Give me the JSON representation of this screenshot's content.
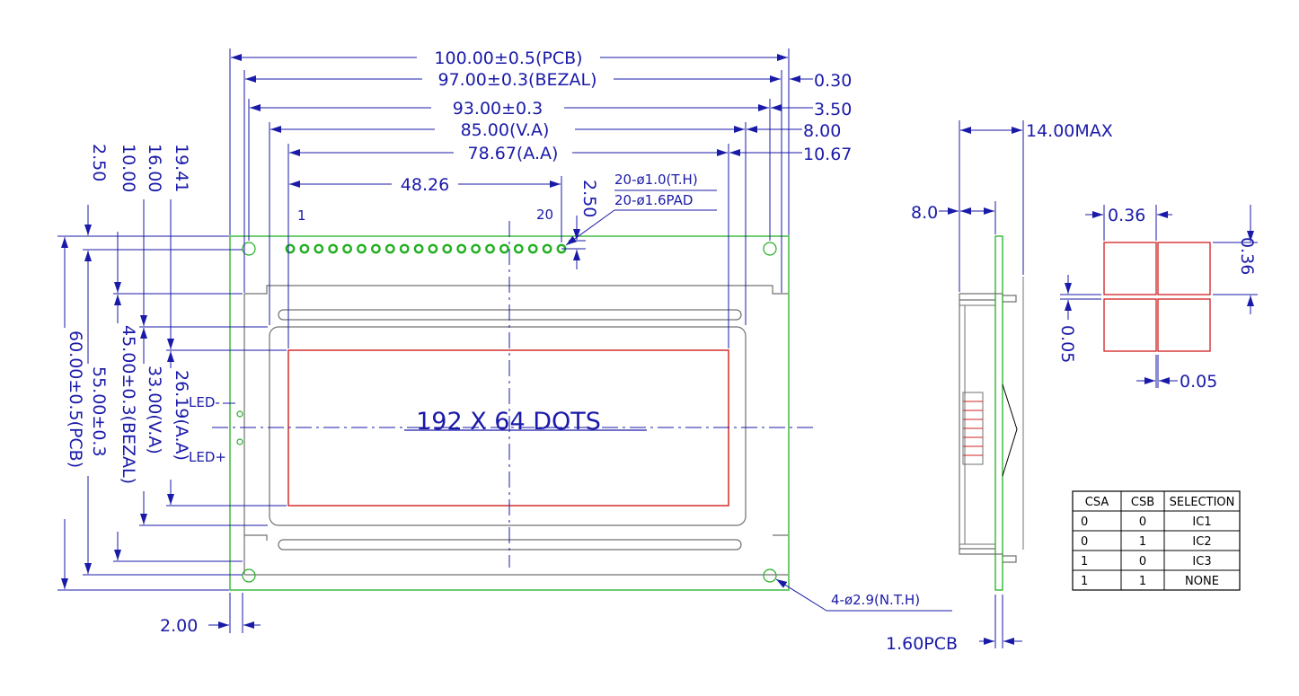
{
  "colors": {
    "dimension": "#1a1aa8",
    "pcb": "#22b022",
    "bezel": "#707070",
    "active_area": "#d02020",
    "table": "#000000"
  },
  "front": {
    "pcb_width": "100.00±0.5(PCB)",
    "bezel_width": "97.00±0.3(BEZAL)",
    "hole_span_width": "93.00±0.3",
    "va_width": "85.00(V.A)",
    "aa_width": "78.67(A.A)",
    "pin_offset": "48.26",
    "pin_row_offset": "2.50",
    "pin_hole": "20-ø1.0(T.H)",
    "pin_pad": "20-ø1.6PAD",
    "pin_first": "1",
    "pin_last": "20",
    "right_030": "0.30",
    "right_350": "3.50",
    "right_800": "8.00",
    "right_1067": "10.67",
    "top_250": "2.50",
    "top_1000": "10.00",
    "top_1600": "16.00",
    "top_1941": "19.41",
    "pcb_height": "60.00±0.5(PCB)",
    "hole_span_height": "55.00±0.3",
    "bezel_height": "45.00±0.3(BEZAL)",
    "va_height": "33.00(V.A)",
    "aa_height": "26.19(A.A)",
    "led_minus": "LED-",
    "led_plus": "LED+",
    "display": "192  X  64  DOTS",
    "mount_holes": "4-ø2.9(N.T.H)",
    "left_offset": "2.00"
  },
  "side": {
    "thickness": "14.00MAX",
    "offset": "8.0",
    "pcb_thickness": "1.60PCB"
  },
  "dot_detail": {
    "dot_width": "0.36",
    "dot_height": "0.36",
    "gap_vertical": "0.05",
    "gap_horizontal": "0.05"
  },
  "selection_table": {
    "headers": [
      "CSA",
      "CSB",
      "SELECTION"
    ],
    "rows": [
      [
        "0",
        "0",
        "IC1"
      ],
      [
        "0",
        "1",
        "IC2"
      ],
      [
        "1",
        "0",
        "IC3"
      ],
      [
        "1",
        "1",
        "NONE"
      ]
    ]
  }
}
